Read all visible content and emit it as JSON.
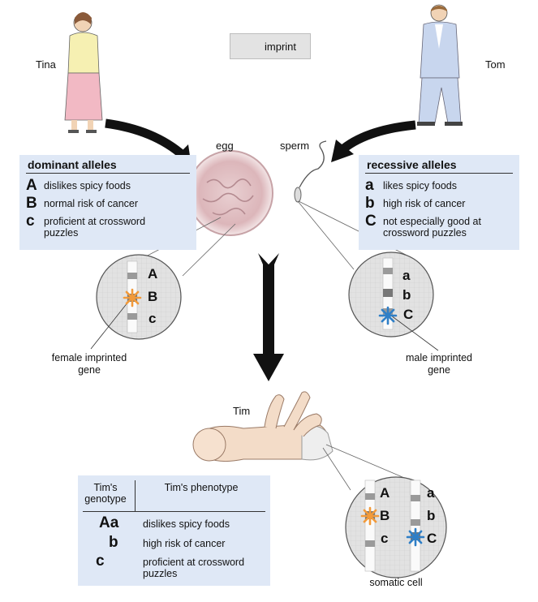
{
  "legend": {
    "label": "imprint"
  },
  "people": {
    "mother": "Tina",
    "father": "Tom",
    "child": "Tim"
  },
  "gametes": {
    "egg": "egg",
    "sperm": "sperm"
  },
  "dominant_panel": {
    "title": "dominant alleles",
    "rows": [
      {
        "letter": "A",
        "text": "dislikes spicy foods"
      },
      {
        "letter": "B",
        "text": "normal risk of cancer"
      },
      {
        "letter": "c",
        "text": "proficient at crossword puzzles"
      }
    ]
  },
  "recessive_panel": {
    "title": "recessive alleles",
    "rows": [
      {
        "letter": "a",
        "text": "likes spicy foods"
      },
      {
        "letter": "b",
        "text": "high risk of cancer"
      },
      {
        "letter": "C",
        "text": "not especially good at crossword puzzles"
      }
    ]
  },
  "female_chromosome": {
    "letters": [
      "A",
      "B",
      "c"
    ],
    "caption": "female imprinted gene"
  },
  "male_chromosome": {
    "letters": [
      "a",
      "b",
      "C"
    ],
    "caption": "male imprinted gene"
  },
  "somatic_cell": {
    "left_letters": [
      "A",
      "B",
      "c"
    ],
    "right_letters": [
      "a",
      "b",
      "C"
    ],
    "caption": "somatic cell"
  },
  "tim_table": {
    "header_genotype": "Tim's genotype",
    "header_phenotype": "Tim's phenotype",
    "rows": [
      {
        "genotype": "Aa",
        "phenotype": "dislikes spicy foods"
      },
      {
        "genotype": "b",
        "phenotype": "high risk of cancer"
      },
      {
        "genotype": "c",
        "phenotype": "proficient at crossword puzzles"
      }
    ]
  },
  "colors": {
    "panel": "#dfe8f6",
    "female_imprint": "#f29a3a",
    "male_imprint": "#2f7fc7",
    "arrow": "#111111"
  }
}
